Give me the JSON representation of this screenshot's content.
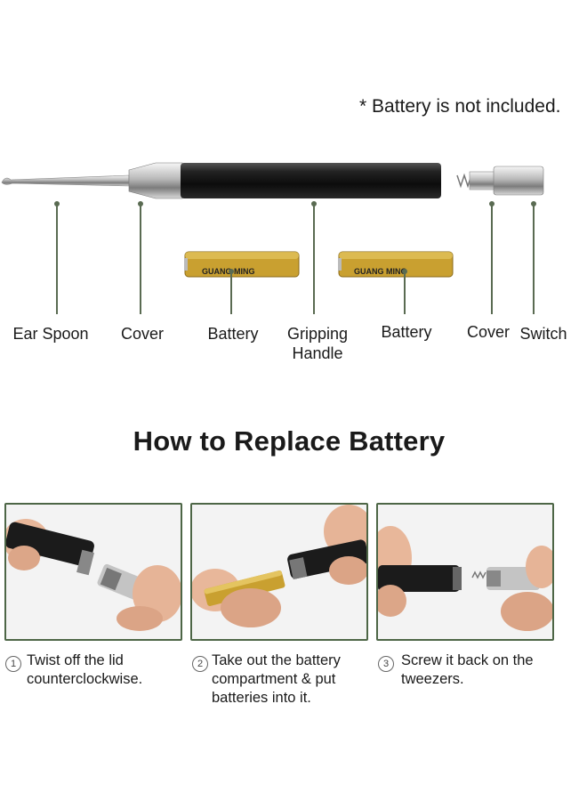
{
  "note": "* Battery is not included.",
  "parts": [
    {
      "id": "ear-spoon",
      "label": "Ear Spoon"
    },
    {
      "id": "cover-left",
      "label": "Cover"
    },
    {
      "id": "battery-left",
      "label": "Battery"
    },
    {
      "id": "gripping-handle",
      "label_line1": "Gripping",
      "label_line2": "Handle"
    },
    {
      "id": "battery-right",
      "label": "Battery"
    },
    {
      "id": "cover-right",
      "label": "Cover"
    },
    {
      "id": "switch",
      "label": "Switch"
    }
  ],
  "battery_brand": "GUANG MING",
  "section_title": "How to Replace Battery",
  "steps": [
    {
      "num": "1",
      "line1": "Twist off the lid",
      "line2": "counterclockwise.",
      "line3": ""
    },
    {
      "num": "2",
      "line1": "Take out the battery",
      "line2": "compartment & put",
      "line3": "batteries into it."
    },
    {
      "num": "3",
      "line1": "Screw it back on the",
      "line2": "tweezers.",
      "line3": ""
    }
  ],
  "colors": {
    "accent_green": "#4d6646",
    "leader_line": "#5a6b52",
    "battery_gold": "#c9a030"
  }
}
